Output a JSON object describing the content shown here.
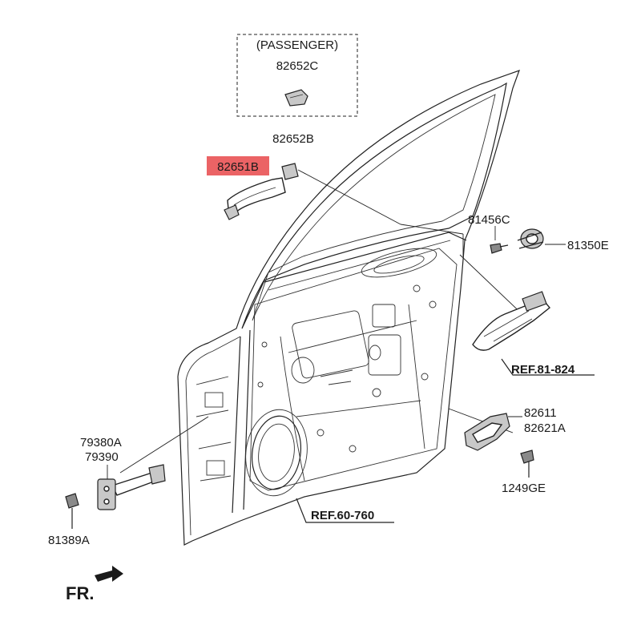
{
  "diagram": {
    "labels": {
      "passenger": "(PASSENGER)",
      "p82652C": "82652C",
      "p82652B": "82652B",
      "p82651B": "82651B",
      "p81456C": "81456C",
      "p81350E": "81350E",
      "ref81824": "REF.81-824",
      "p82611": "82611",
      "p82621A": "82621A",
      "p1249GE": "1249GE",
      "ref60760": "REF.60-760",
      "p79380A": "79380A",
      "p79390": "79390",
      "p81389A": "81389A",
      "fr": "FR."
    },
    "highlight_color": "#e8484a",
    "highlighted_part": "82651B"
  }
}
